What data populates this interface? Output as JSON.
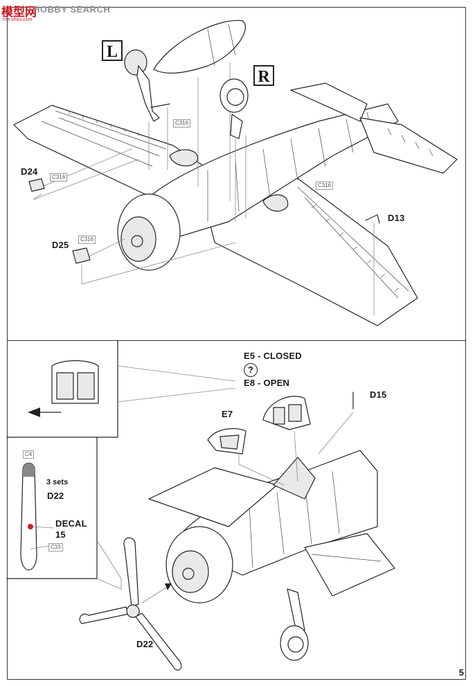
{
  "logo": {
    "chinese": "模型网",
    "english": "HOBBY SEARCH",
    "url": "ma-shou.com"
  },
  "step1": {
    "left_marker": "L",
    "right_marker": "R",
    "parts": [
      {
        "name": "D24",
        "tag": "C316"
      },
      {
        "name": "D25",
        "tag": "C316"
      },
      {
        "name": "D13"
      }
    ],
    "gear_tag_left": "C316",
    "gear_tag_right": "C316"
  },
  "step2": {
    "canopy_option_closed": "E5 - CLOSED",
    "canopy_option_symbol": "?",
    "canopy_option_open": "E8 - OPEN",
    "parts": [
      "E7",
      "D15",
      "D22"
    ],
    "inset": {
      "top_tag": "C4",
      "sets_text": "3 sets",
      "part": "D22",
      "decal_label": "DECAL",
      "decal_number": "15",
      "bottom_tag": "C33"
    }
  },
  "page_number": "5",
  "colors": {
    "logo_red": "#c8191e",
    "logo_grey": "#8a8f96",
    "decal_red": "#cc2222",
    "line": "#222222"
  }
}
